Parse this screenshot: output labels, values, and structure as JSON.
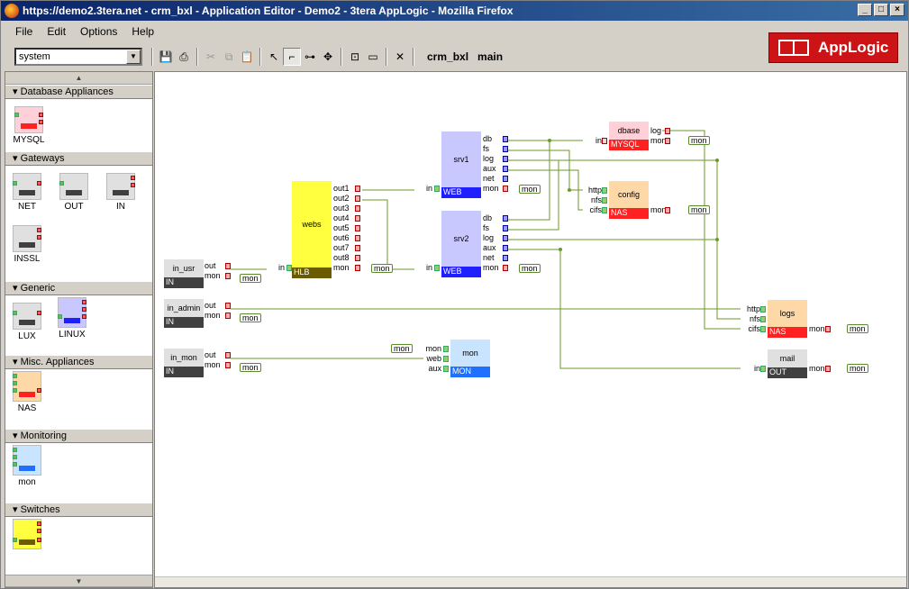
{
  "window": {
    "title": "https://demo2.3tera.net - crm_bxl - Application Editor - Demo2 - 3tera AppLogic - Mozilla Firefox"
  },
  "menu": [
    "File",
    "Edit",
    "Options",
    "Help"
  ],
  "logo": "AppLogic",
  "toolbar": {
    "catalog": "system",
    "app": "crm_bxl",
    "assembly": "main"
  },
  "palette": {
    "categories": [
      {
        "title": "Database Appliances",
        "items": [
          "MYSQL"
        ]
      },
      {
        "title": "Gateways",
        "items": [
          "NET",
          "OUT",
          "IN",
          "INSSL"
        ]
      },
      {
        "title": "Generic",
        "items": [
          "LUX",
          "LINUX"
        ]
      },
      {
        "title": "Misc. Appliances",
        "items": [
          "NAS"
        ]
      },
      {
        "title": "Monitoring",
        "items": [
          "mon"
        ]
      },
      {
        "title": "Switches",
        "items": []
      }
    ]
  },
  "canvas": {
    "components": {
      "in_usr": {
        "name": "in_usr",
        "class": "IN",
        "ports": [
          "out",
          "mon"
        ]
      },
      "in_admin": {
        "name": "in_admin",
        "class": "IN",
        "ports": [
          "out",
          "mon"
        ]
      },
      "in_mon": {
        "name": "in_mon",
        "class": "IN",
        "ports": [
          "out",
          "mon"
        ]
      },
      "webs": {
        "name": "webs",
        "class": "HLB",
        "in": "in",
        "ports": [
          "out1",
          "out2",
          "out3",
          "out4",
          "out5",
          "out6",
          "out7",
          "out8",
          "mon"
        ]
      },
      "srv1": {
        "name": "srv1",
        "class": "WEB",
        "in": "in",
        "ports": [
          "db",
          "fs",
          "log",
          "aux",
          "net",
          "mon"
        ]
      },
      "srv2": {
        "name": "srv2",
        "class": "WEB",
        "in": "in",
        "ports": [
          "db",
          "fs",
          "log",
          "aux",
          "net",
          "mon"
        ]
      },
      "dbase": {
        "name": "dbase",
        "class": "MYSQL",
        "in": "in",
        "ports": [
          "log",
          "mon"
        ]
      },
      "config": {
        "name": "config",
        "class": "NAS",
        "inputs": [
          "http",
          "nfs",
          "cifs"
        ],
        "ports": [
          "mon"
        ]
      },
      "logs": {
        "name": "logs",
        "class": "NAS",
        "inputs": [
          "http",
          "nfs",
          "cifs"
        ],
        "ports": [
          "mon"
        ]
      },
      "mon": {
        "name": "mon",
        "class": "MON",
        "inputs": [
          "mon",
          "web",
          "aux"
        ]
      },
      "mail": {
        "name": "mail",
        "class": "OUT",
        "in": "in",
        "ports": [
          "mon"
        ]
      }
    },
    "tags": {
      "mon": "mon"
    }
  }
}
